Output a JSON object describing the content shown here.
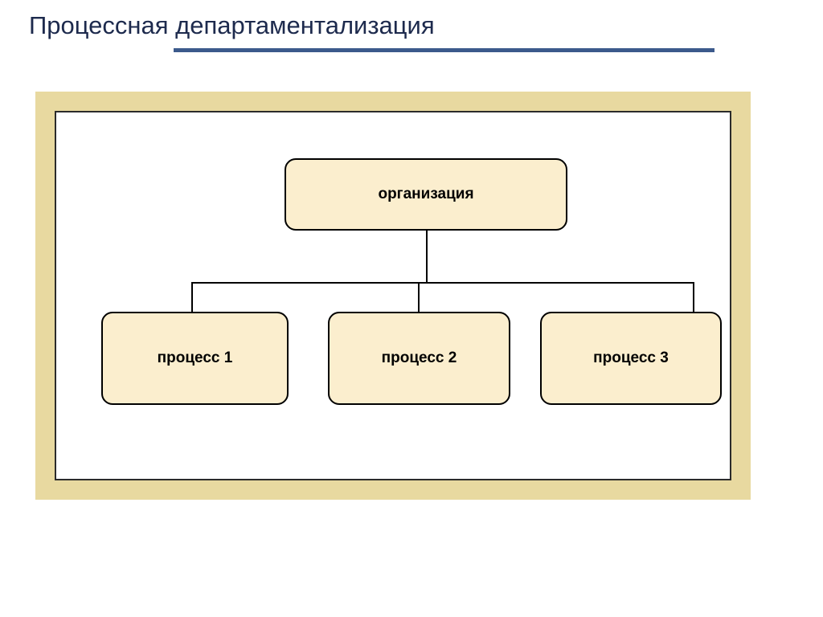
{
  "slide": {
    "title": "Процессная департаментализация",
    "rule_color": "#3c5a8c",
    "frame_color": "#e8d9a0",
    "node_fill": "#fbeece",
    "node_border": "#000000"
  },
  "diagram": {
    "type": "org-chart",
    "root": {
      "label": "организация"
    },
    "children": [
      {
        "label": "процесс 1"
      },
      {
        "label": "процесс 2"
      },
      {
        "label": "процесс 3"
      }
    ]
  }
}
